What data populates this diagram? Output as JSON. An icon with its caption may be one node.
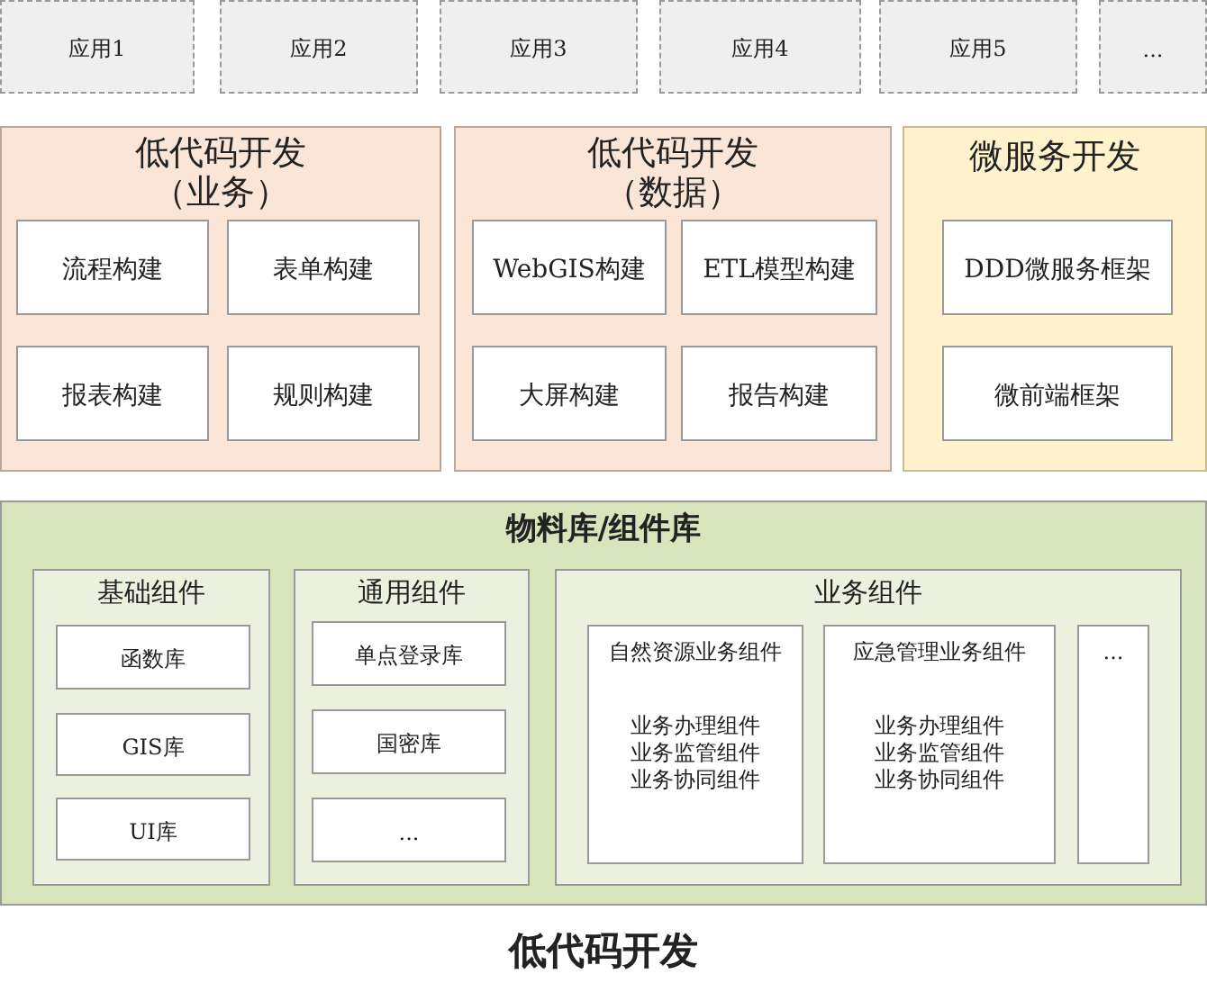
{
  "diagram": {
    "caption": "低代码开发",
    "nodes": [
      {
        "text": [
          "应用1"
        ]
      },
      {
        "text": [
          "应用2"
        ]
      },
      {
        "text": [
          "应用3"
        ]
      },
      {
        "text": [
          "应用4"
        ]
      },
      {
        "text": [
          "应用5"
        ]
      },
      {
        "text": [
          "..."
        ]
      },
      {
        "text": [
          "低代码开发（业务）"
        ]
      },
      {
        "text": [
          "流程构建"
        ],
        "in": 6
      },
      {
        "text": [
          "表单构建"
        ],
        "in": 6
      },
      {
        "text": [
          "报表构建"
        ],
        "in": 6
      },
      {
        "text": [
          "规则构建"
        ],
        "in": 6
      },
      {
        "text": [
          "低代码开发（数据）"
        ]
      },
      {
        "text": [
          "WebGIS构建"
        ],
        "in": 11
      },
      {
        "text": [
          "ETL模型构建"
        ],
        "in": 11
      },
      {
        "text": [
          "大屏构建"
        ],
        "in": 11
      },
      {
        "text": [
          "报告构建"
        ],
        "in": 11
      },
      {
        "text": [
          "微服务开发"
        ]
      },
      {
        "text": [
          "DDD微服务框架"
        ],
        "in": 16
      },
      {
        "text": [
          "微前端框架"
        ],
        "in": 16
      },
      {
        "text": [
          "物料库/组件库"
        ]
      },
      {
        "text": [
          "基础组件"
        ],
        "in": 19
      },
      {
        "text": [
          "函数库"
        ],
        "in": 20
      },
      {
        "text": [
          "GIS库"
        ],
        "in": 20
      },
      {
        "text": [
          "UI库"
        ],
        "in": 20
      },
      {
        "text": [
          "通用组件"
        ],
        "in": 19
      },
      {
        "text": [
          "单点登录库"
        ],
        "in": 24
      },
      {
        "text": [
          "国密库"
        ],
        "in": 24
      },
      {
        "text": [
          "..."
        ],
        "in": 24
      },
      {
        "text": [
          "业务组件"
        ],
        "in": 19
      },
      {
        "text": [
          "自然资源业务组件",
          "业务办理组件",
          "业务监管组件",
          "业务协同组件"
        ],
        "in": 28
      },
      {
        "text": [
          "应急管理业务组件",
          "业务办理组件",
          "业务监管组件",
          "业务协同组件"
        ],
        "in": 28
      },
      {
        "text": [
          "..."
        ],
        "in": 28
      }
    ]
  }
}
